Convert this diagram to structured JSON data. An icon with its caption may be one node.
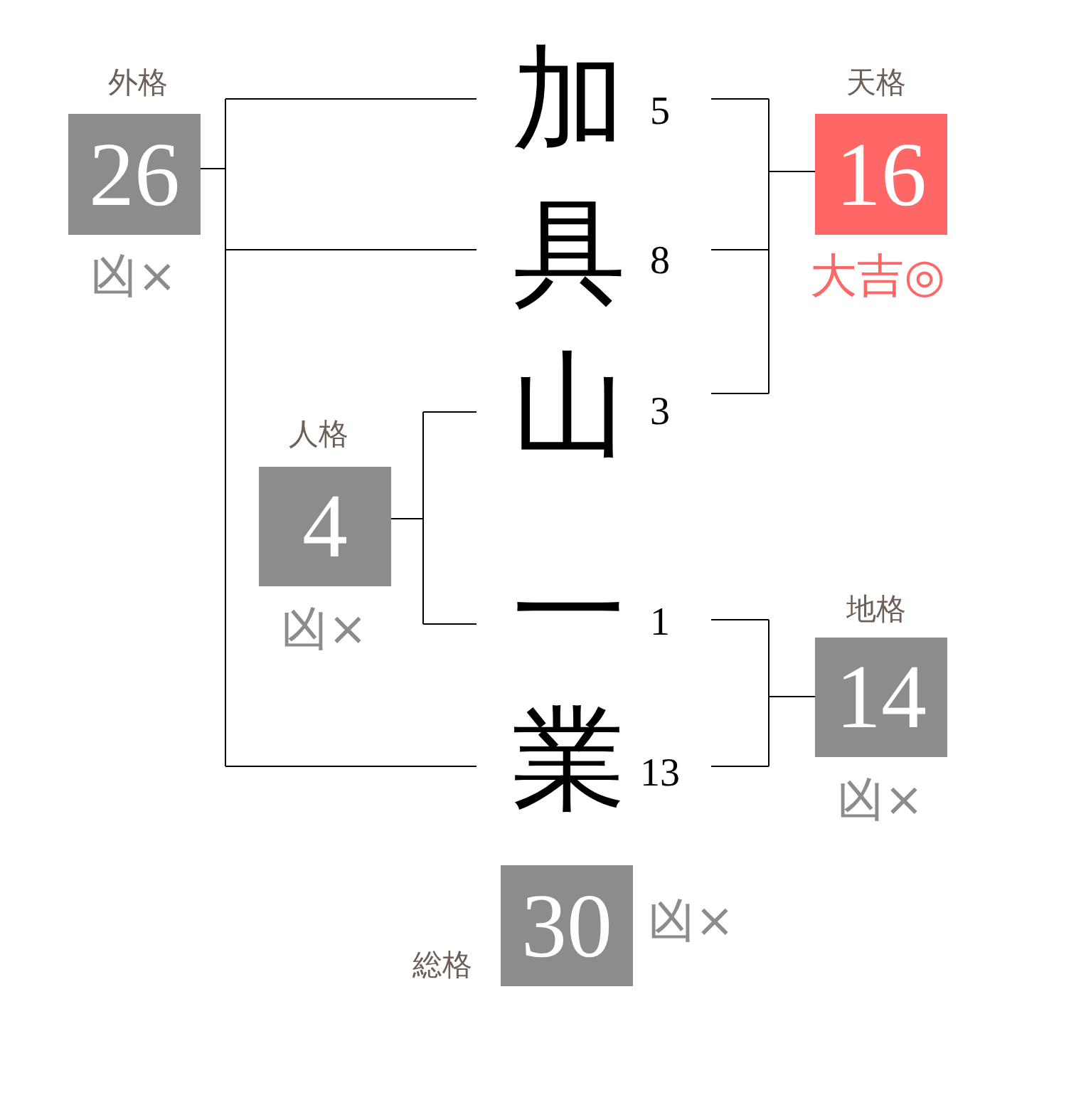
{
  "diagram": {
    "nodes": [
      {
        "text": [
          "外格",
          "26"
        ],
        "beside": [
          "凶×"
        ]
      },
      {
        "text": [
          "加"
        ],
        "beside": [
          "5"
        ]
      },
      {
        "text": [
          "天格",
          "16"
        ],
        "beside": [
          "大吉◎"
        ]
      },
      {
        "text": [
          "具"
        ],
        "beside": [
          "8"
        ]
      },
      {
        "text": [
          "山"
        ],
        "beside": [
          "3"
        ]
      },
      {
        "text": [
          "人格",
          "4"
        ],
        "beside": [
          "凶×"
        ]
      },
      {
        "text": [
          "一"
        ],
        "beside": [
          "1"
        ]
      },
      {
        "text": [
          "地格",
          "14"
        ],
        "beside": [
          "凶×"
        ]
      },
      {
        "text": [
          "業"
        ],
        "beside": [
          "13"
        ]
      },
      {
        "text": [
          "総格",
          "30"
        ],
        "beside": [
          "凶×"
        ]
      }
    ],
    "edges": [
      {
        "from": 1,
        "to": 0,
        "arrow": "none"
      },
      {
        "from": 3,
        "to": 0,
        "arrow": "none"
      },
      {
        "from": 8,
        "to": 0,
        "arrow": "none"
      },
      {
        "from": 1,
        "to": 2,
        "arrow": "none"
      },
      {
        "from": 3,
        "to": 2,
        "arrow": "none"
      },
      {
        "from": 4,
        "to": 2,
        "arrow": "none"
      },
      {
        "from": 4,
        "to": 5,
        "arrow": "none"
      },
      {
        "from": 6,
        "to": 5,
        "arrow": "none"
      },
      {
        "from": 6,
        "to": 7,
        "arrow": "none"
      },
      {
        "from": 8,
        "to": 7,
        "arrow": "none"
      }
    ]
  }
}
